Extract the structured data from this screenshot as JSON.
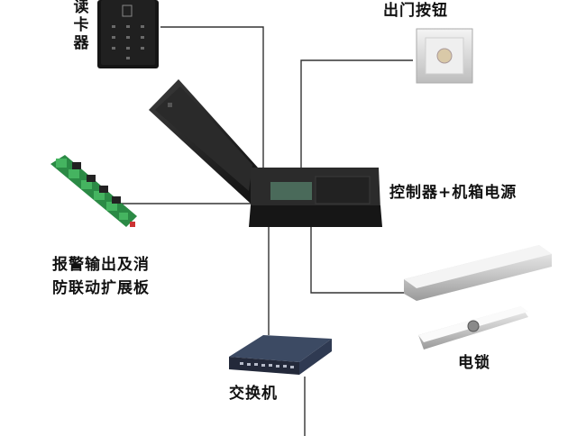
{
  "labels": {
    "card_reader": "读卡器",
    "exit_button": "出门按钮",
    "controller": "控制器+机箱电源",
    "alarm_board_line1": "报警输出及消",
    "alarm_board_line2": "防联动扩展板",
    "switch": "交换机",
    "electric_lock": "电锁"
  },
  "colors": {
    "line": "#333333",
    "box": "#1e1e1e",
    "board": "#3aa055",
    "plate": "#e6e6e6"
  }
}
